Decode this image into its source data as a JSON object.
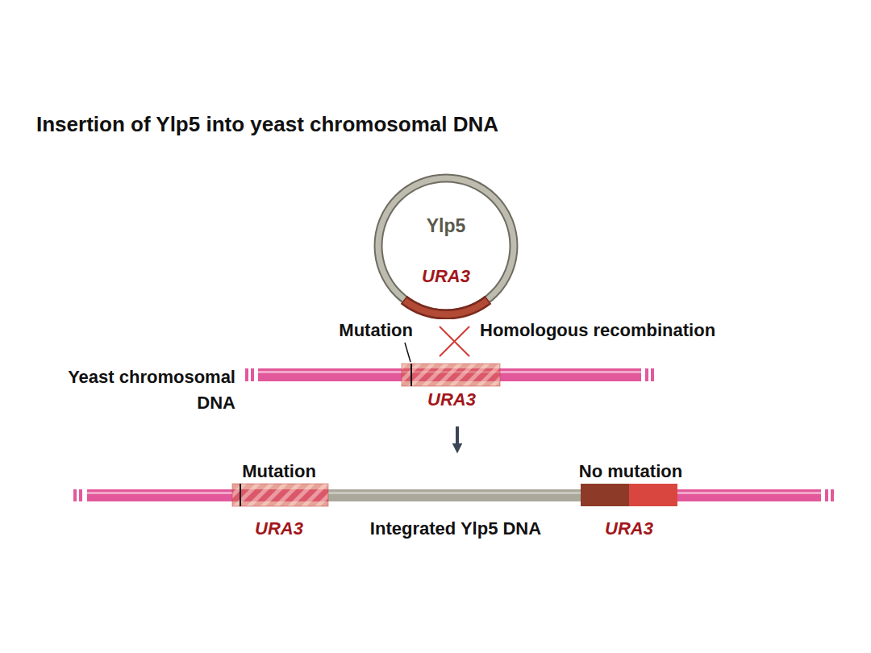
{
  "diagram": {
    "title": "Insertion of Ylp5 into yeast chromosomal DNA",
    "nodes": [
      {
        "text": [
          "Ylp5",
          "URA3"
        ]
      },
      {
        "text": [
          "Yeast chromosomal DNA",
          "URA3"
        ]
      },
      {
        "text": [
          "Mutation",
          "URA3",
          "Integrated Ylp5 DNA",
          "URA3",
          "No mutation"
        ]
      }
    ],
    "edges": [
      {
        "from": 1,
        "to": 2,
        "arrow": "to"
      }
    ],
    "labels": [
      "Mutation",
      "Homologous recombination"
    ]
  }
}
